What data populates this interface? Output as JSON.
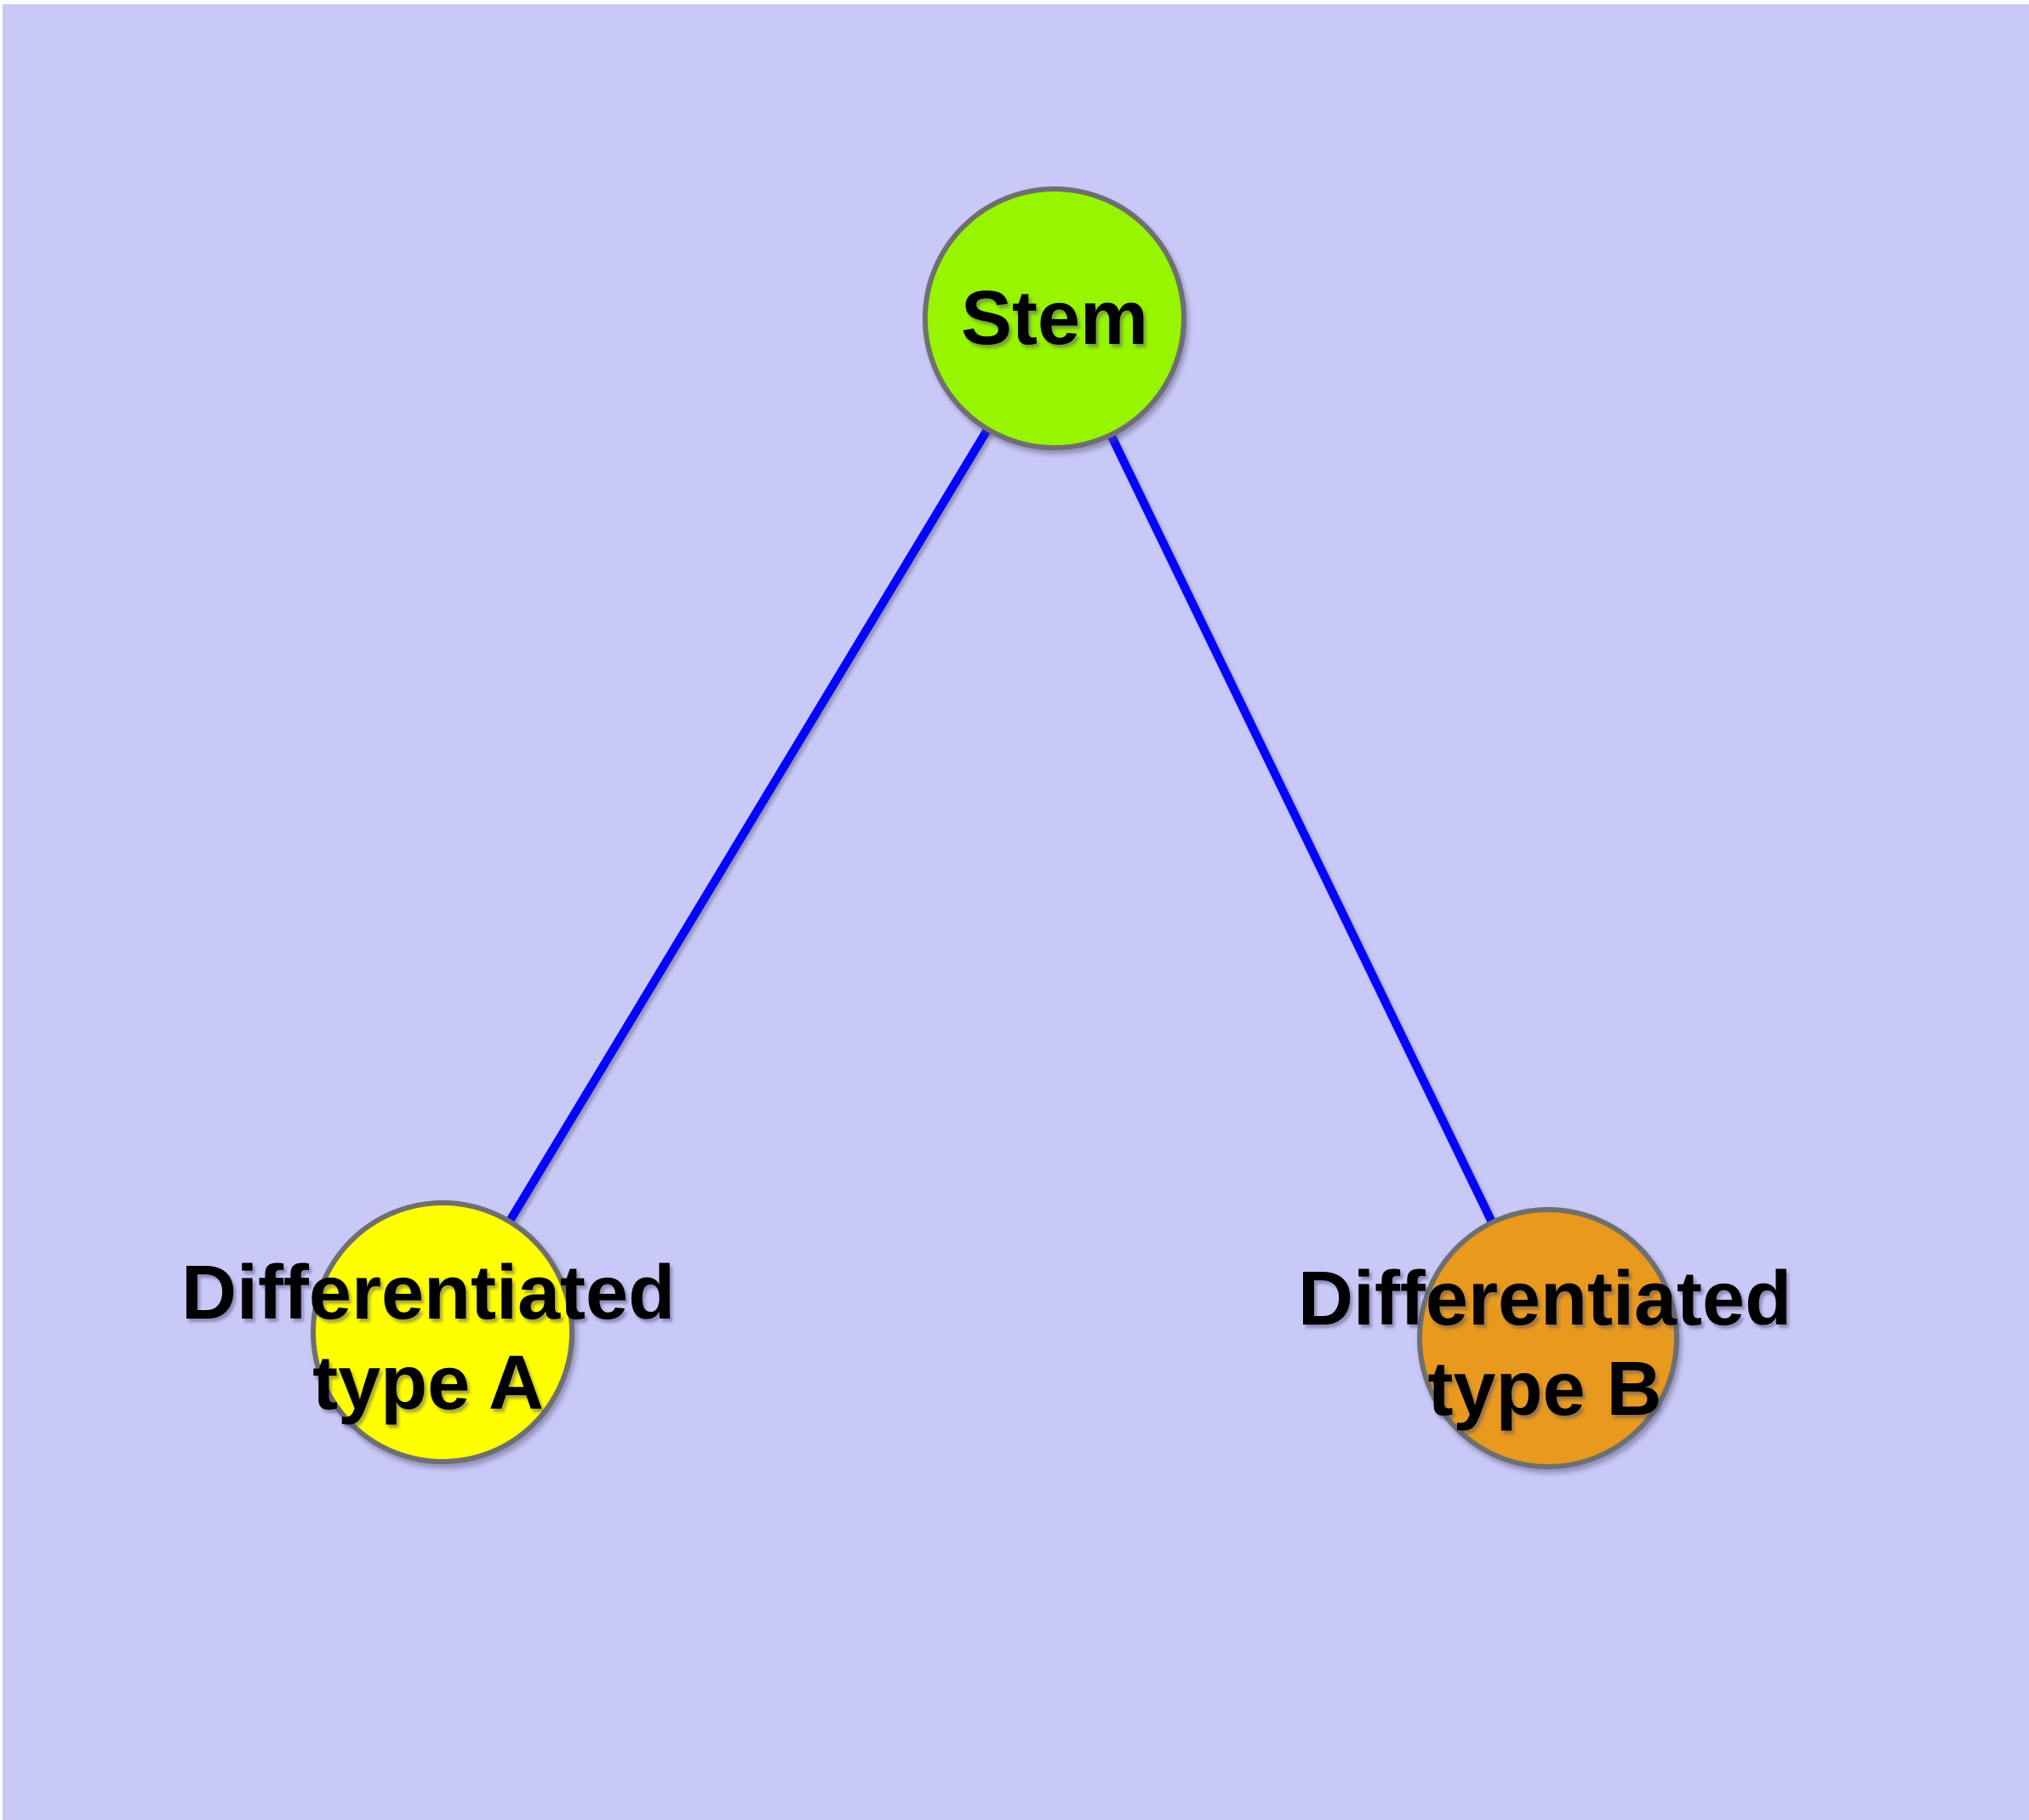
{
  "diagram": {
    "background_color": "#C9C9F8",
    "page_color": "#FFFFFF",
    "edge_color": "#0505FA",
    "node_border_color": "#6F6F6F",
    "label_color": "#000000",
    "nodes": [
      {
        "id": "stem",
        "label_lines": [
          "Stem"
        ],
        "fill_color": "#98F500"
      },
      {
        "id": "differentiated-type-a",
        "label_lines": [
          "Differentiated",
          "type A"
        ],
        "fill_color": "#FFFF00"
      },
      {
        "id": "differentiated-type-b",
        "label_lines": [
          "Differentiated",
          "type B"
        ],
        "fill_color": "#E8991E"
      }
    ],
    "edges": [
      {
        "from": "stem",
        "to": "differentiated-type-a"
      },
      {
        "from": "stem",
        "to": "differentiated-type-b"
      }
    ]
  }
}
